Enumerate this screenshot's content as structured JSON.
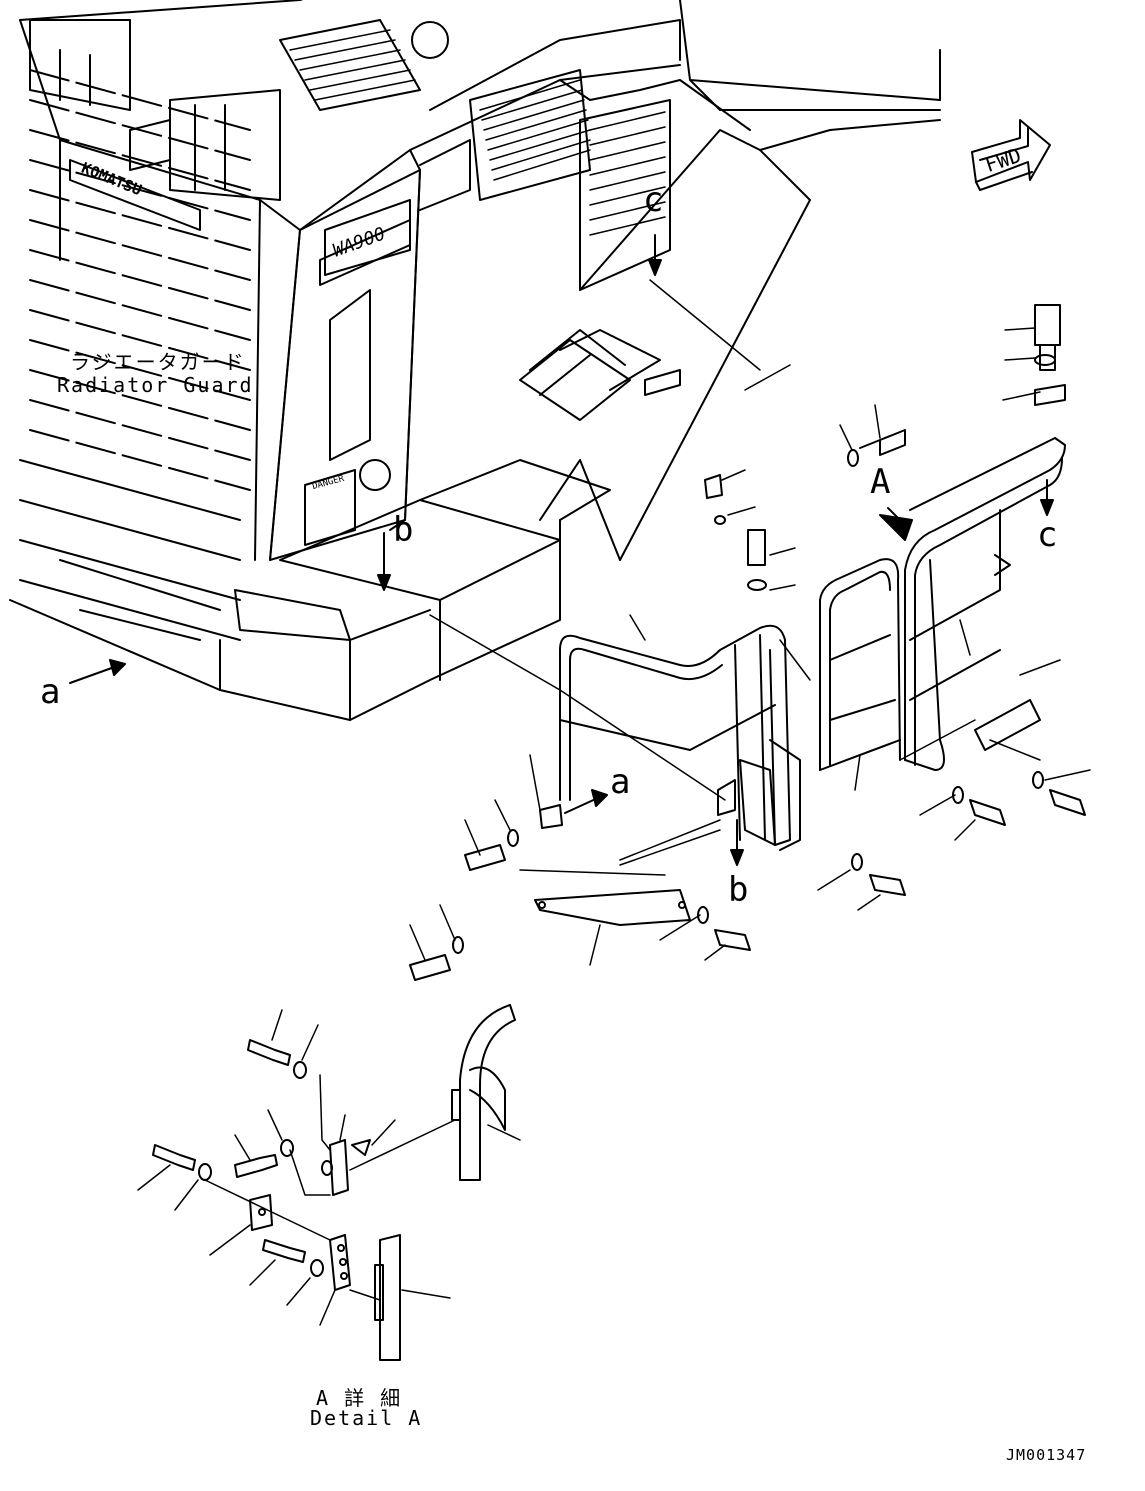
{
  "labels": {
    "radiator_guard_jp": "ラジエータガード",
    "radiator_guard_en": "Radiator Guard",
    "detail_a_jp": "A 詳 細",
    "detail_a_en": "Detail A",
    "ref_a_upper": "A",
    "ref_a_left": "a",
    "ref_a_arrow": "a",
    "ref_b_top": "b",
    "ref_b_bottom": "b",
    "ref_c_top": "c",
    "ref_c_right": "c",
    "fwd": "FWD",
    "model": "WA900",
    "brand": "KOMATSU",
    "danger": "DANGER",
    "drawing_id": "JM001347"
  },
  "colors": {
    "line": "#000000",
    "background": "#ffffff"
  }
}
